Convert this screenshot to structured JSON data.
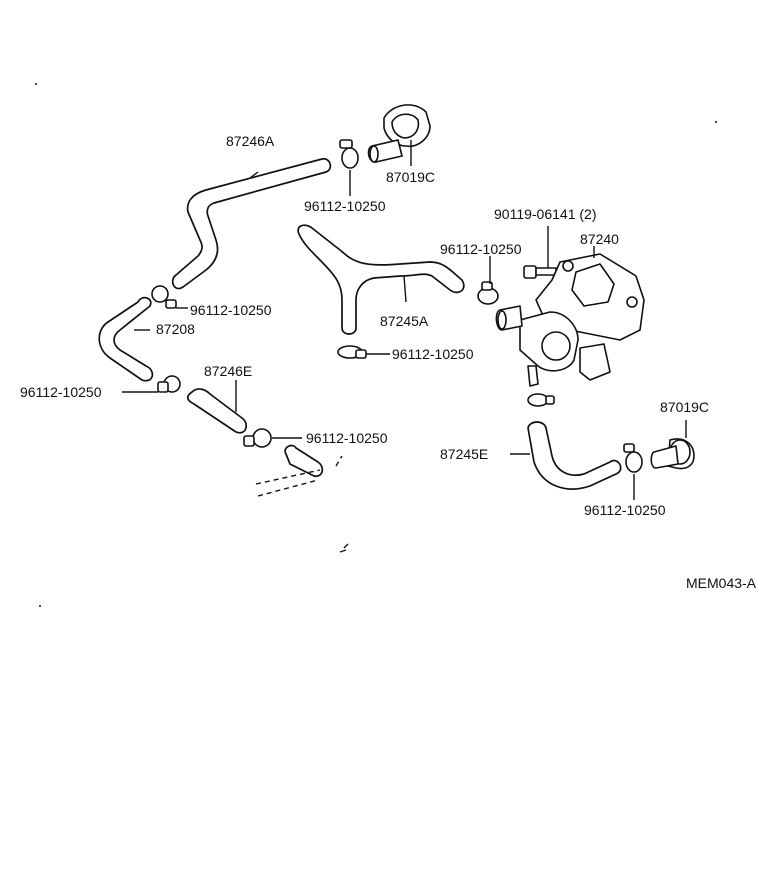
{
  "diagram_id": "MEM043-A",
  "part_labels": {
    "hose_87246a": "87246A",
    "grommet_87019c_top": "87019C",
    "clamp_96112_top": "96112-10250",
    "bolt_90119": "90119-06141 (2)",
    "clamp_96112_valve": "96112-10250",
    "bracket_87240": "87240",
    "clamp_96112_left_a": "96112-10250",
    "hose_87208": "87208",
    "hose_87245a": "87245A",
    "clamp_96112_mid": "96112-10250",
    "hose_87246e": "87246E",
    "clamp_96112_left_b": "96112-10250",
    "clamp_96112_lower": "96112-10250",
    "grommet_87019c_right": "87019C",
    "hose_87245e": "87245E",
    "clamp_96112_right": "96112-10250"
  }
}
